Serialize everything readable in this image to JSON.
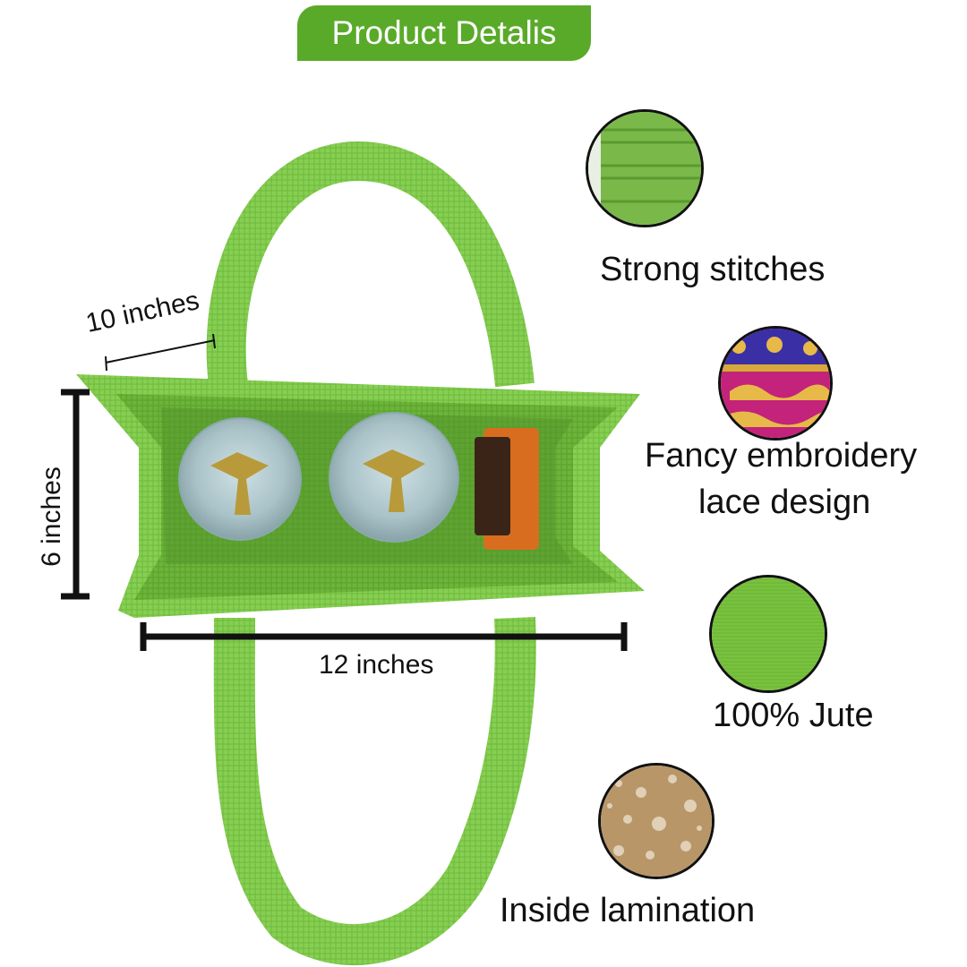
{
  "header": {
    "title": "Product Detalis"
  },
  "dimensions": {
    "length_label": "12 inches",
    "width_label": "10 inches",
    "height_label": "6 inches"
  },
  "features": [
    {
      "label": "Strong stitches",
      "icon": "stitch-swatch-icon"
    },
    {
      "label_line1": "Fancy embroidery",
      "label_line2": "lace design",
      "icon": "embroidery-swatch-icon"
    },
    {
      "label": "100% Jute",
      "icon": "jute-swatch-icon"
    },
    {
      "label": "Inside lamination",
      "icon": "lamination-swatch-icon"
    }
  ],
  "colors": {
    "brand_green": "#5aaa2a",
    "bag_green": "#7cc84a"
  }
}
